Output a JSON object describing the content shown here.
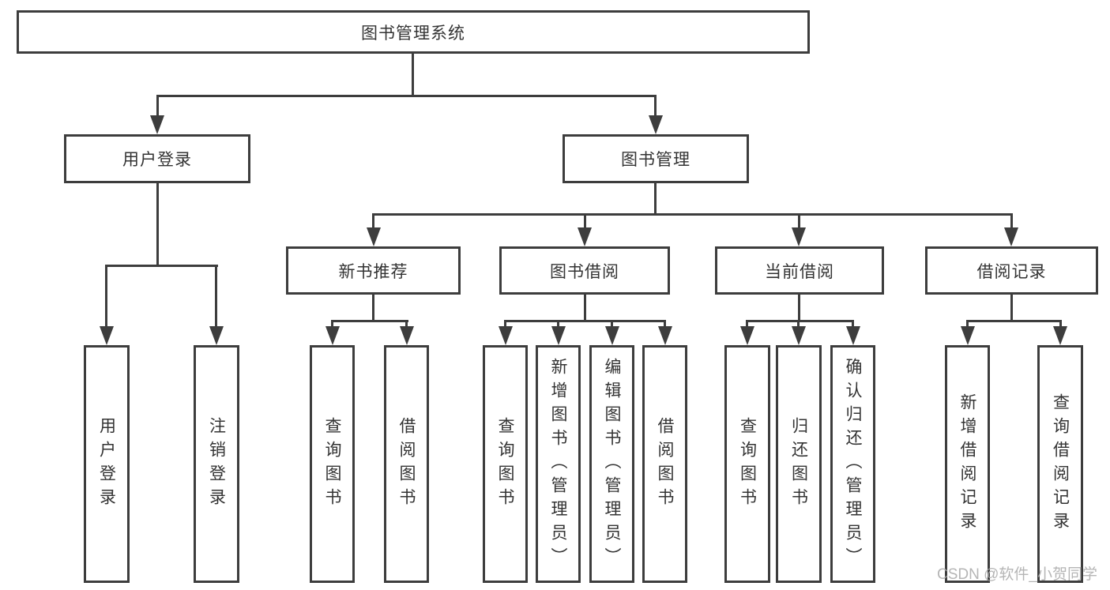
{
  "tree": {
    "root": {
      "label": "图书管理系统",
      "children": [
        {
          "label": "用户登录",
          "children": [
            {
              "label": "用户登录"
            },
            {
              "label": "注销登录"
            }
          ]
        },
        {
          "label": "图书管理",
          "children": [
            {
              "label": "新书推荐",
              "children": [
                {
                  "label": "查询图书"
                },
                {
                  "label": "借阅图书"
                }
              ]
            },
            {
              "label": "图书借阅",
              "children": [
                {
                  "label": "查询图书"
                },
                {
                  "label": "新增图书（管理员）"
                },
                {
                  "label": "编辑图书（管理员）"
                },
                {
                  "label": "借阅图书"
                }
              ]
            },
            {
              "label": "当前借阅",
              "children": [
                {
                  "label": "查询图书"
                },
                {
                  "label": "归还图书"
                },
                {
                  "label": "确认归还（管理员）"
                }
              ]
            },
            {
              "label": "借阅记录",
              "children": [
                {
                  "label": "新增借阅记录"
                },
                {
                  "label": "查询借阅记录"
                }
              ]
            }
          ]
        }
      ]
    }
  },
  "watermark": {
    "text": "CSDN @软件_小贺同学"
  },
  "colors": {
    "line": "#3d3d3d",
    "text": "#333333",
    "watermark": "#a9a9a9",
    "background": "#ffffff"
  }
}
